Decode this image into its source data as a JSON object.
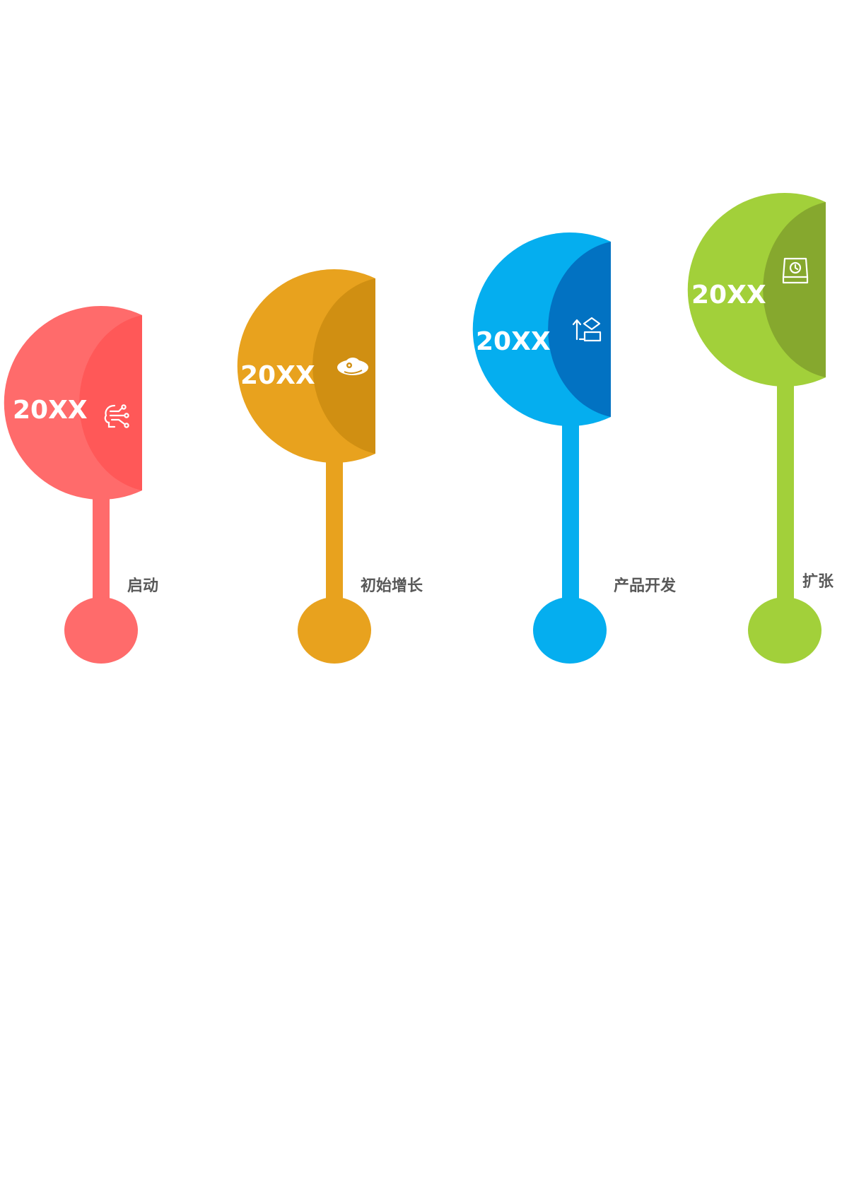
{
  "milestones": [
    {
      "year": "20XX",
      "label": "启动",
      "icon": "brain-circuit-icon",
      "color": "#FF6B6B",
      "shade": "#FF5858"
    },
    {
      "year": "20XX",
      "label": "初始增长",
      "icon": "planet-icon",
      "color": "#E8A21E",
      "shade": "#D08F12"
    },
    {
      "year": "20XX",
      "label": "产品开发",
      "icon": "shapes-upload-icon",
      "color": "#05AEEF",
      "shade": "#0272C2"
    },
    {
      "year": "20XX",
      "label": "扩张",
      "icon": "device-clock-icon",
      "color": "#A2D03A",
      "shade": "#86A82E"
    }
  ]
}
